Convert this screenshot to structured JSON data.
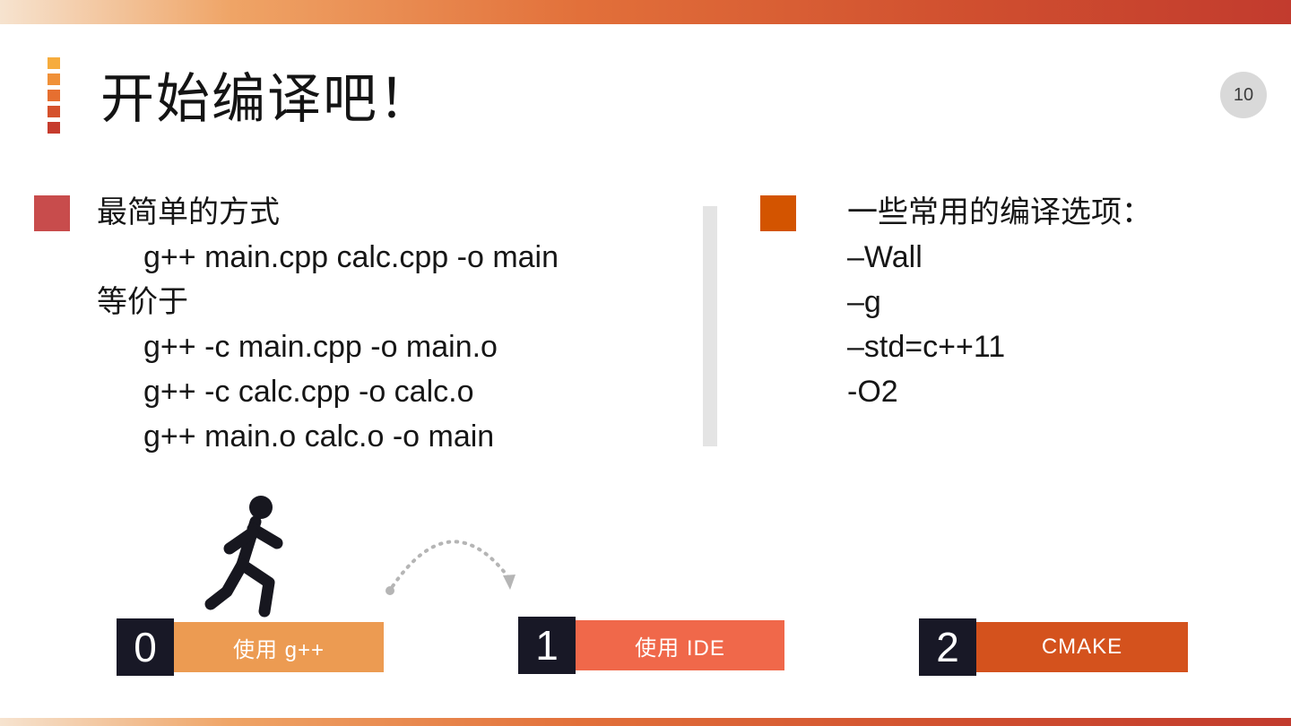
{
  "slide": {
    "title": "开始编译吧！",
    "page_number": "10"
  },
  "left_panel": {
    "heading": "最简单的方式",
    "command_simple": "g++ main.cpp calc.cpp -o main",
    "equivalent_label": "等价于",
    "commands": [
      "g++ -c main.cpp -o main.o",
      "g++ -c calc.cpp -o calc.o",
      "g++ main.o calc.o -o main"
    ]
  },
  "right_panel": {
    "heading": "一些常用的编译选项：",
    "options": [
      "–Wall",
      "–g",
      "–std=c++11",
      "-O2"
    ]
  },
  "steps": [
    {
      "number": "0",
      "label": "使用 g++",
      "bar_color": "#EC9B52"
    },
    {
      "number": "1",
      "label": "使用 IDE",
      "bar_color": "#F0684A"
    },
    {
      "number": "2",
      "label": "CMAKE",
      "bar_color": "#D4521D"
    }
  ],
  "colors": {
    "title_bullets": [
      "#F6AC3D",
      "#F09038",
      "#E66F30",
      "#D5512C",
      "#C63C2D"
    ],
    "left_bullet": "#C84C4C",
    "right_bullet": "#D35400",
    "step_number_bg": "#181826",
    "divider": "#E4E4E4",
    "page_badge_bg": "#D9D9D9",
    "icon_gray": "#B5B5B5",
    "icon_black": "#17171F"
  }
}
